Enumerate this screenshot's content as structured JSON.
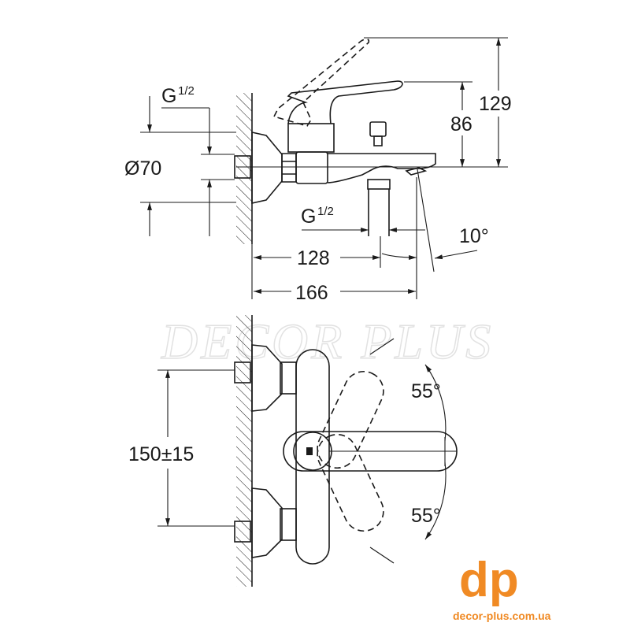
{
  "side_view": {
    "thread_inlet": {
      "main": "G",
      "fraction": "1/2"
    },
    "flange_diameter": "Ø70",
    "height_total": "129",
    "height_lever": "86",
    "thread_outlet": {
      "main": "G",
      "fraction": "1/2"
    },
    "spout_angle": "10°",
    "dist_outlet": "128",
    "projection": "166"
  },
  "front_view": {
    "centre_distance": "150±15",
    "angle_up": "55°",
    "angle_down": "55°"
  },
  "watermark": "DECOR PLUS",
  "logo": {
    "mark": "dp",
    "url": "decor-plus.com.ua",
    "color": "#f08a24"
  }
}
